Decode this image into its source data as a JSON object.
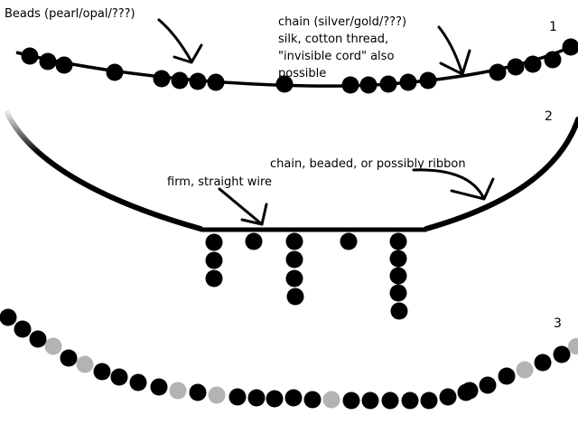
{
  "colors": {
    "ink": "#000000",
    "bead_black": "#000000",
    "bead_gray": "#b3b3b3",
    "background": "#ffffff"
  },
  "diagram1": {
    "number": "1",
    "label_beads": "Beads (pearl/opal/???)",
    "label_chain_lines": [
      "chain (silver/gold/???)",
      "silk, cotton thread,",
      "\"invisible cord\" also",
      "possible"
    ]
  },
  "diagram2": {
    "number": "2",
    "label_chain": "chain, beaded, or possibly ribbon",
    "label_wire": "firm, straight wire",
    "dangle_bead_counts": [
      3,
      1,
      4,
      1,
      5
    ]
  },
  "diagram3": {
    "number": "3",
    "bead_pattern": "black beads with occasional gray beads"
  }
}
